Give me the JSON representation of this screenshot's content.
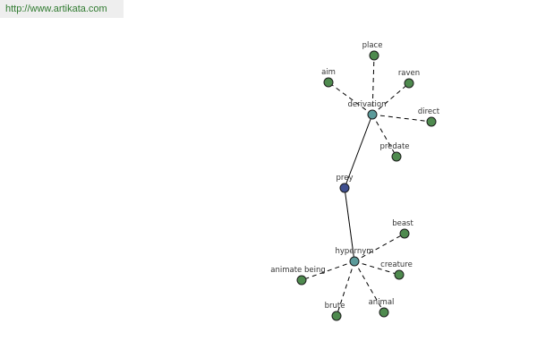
{
  "header": {
    "site_link": "http://www.artikata.com"
  },
  "colors": {
    "root_node": "#3f4f8f",
    "relation_node": "#5b9a9a",
    "word_node": "#4e8a4e"
  },
  "graph": {
    "nodes": [
      {
        "id": "prey",
        "label": "prey",
        "kind": "root"
      },
      {
        "id": "derivation",
        "label": "derivation",
        "kind": "relation"
      },
      {
        "id": "hypernym",
        "label": "hypernym",
        "kind": "relation"
      },
      {
        "id": "place",
        "label": "place",
        "kind": "word"
      },
      {
        "id": "aim",
        "label": "aim",
        "kind": "word"
      },
      {
        "id": "raven",
        "label": "raven",
        "kind": "word"
      },
      {
        "id": "direct",
        "label": "direct",
        "kind": "word"
      },
      {
        "id": "predate",
        "label": "predate",
        "kind": "word"
      },
      {
        "id": "beast",
        "label": "beast",
        "kind": "word"
      },
      {
        "id": "animate-being",
        "label": "animate being",
        "kind": "word"
      },
      {
        "id": "creature",
        "label": "creature",
        "kind": "word"
      },
      {
        "id": "brute",
        "label": "brute",
        "kind": "word"
      },
      {
        "id": "animal",
        "label": "animal",
        "kind": "word"
      }
    ],
    "edges": [
      {
        "from": "prey",
        "to": "derivation",
        "style": "solid"
      },
      {
        "from": "prey",
        "to": "hypernym",
        "style": "solid"
      },
      {
        "from": "derivation",
        "to": "place",
        "style": "dashed"
      },
      {
        "from": "derivation",
        "to": "aim",
        "style": "dashed"
      },
      {
        "from": "derivation",
        "to": "raven",
        "style": "dashed"
      },
      {
        "from": "derivation",
        "to": "direct",
        "style": "dashed"
      },
      {
        "from": "derivation",
        "to": "predate",
        "style": "dashed"
      },
      {
        "from": "hypernym",
        "to": "beast",
        "style": "dashed"
      },
      {
        "from": "hypernym",
        "to": "animate-being",
        "style": "dashed"
      },
      {
        "from": "hypernym",
        "to": "creature",
        "style": "dashed"
      },
      {
        "from": "hypernym",
        "to": "brute",
        "style": "dashed"
      },
      {
        "from": "hypernym",
        "to": "animal",
        "style": "dashed"
      }
    ]
  }
}
